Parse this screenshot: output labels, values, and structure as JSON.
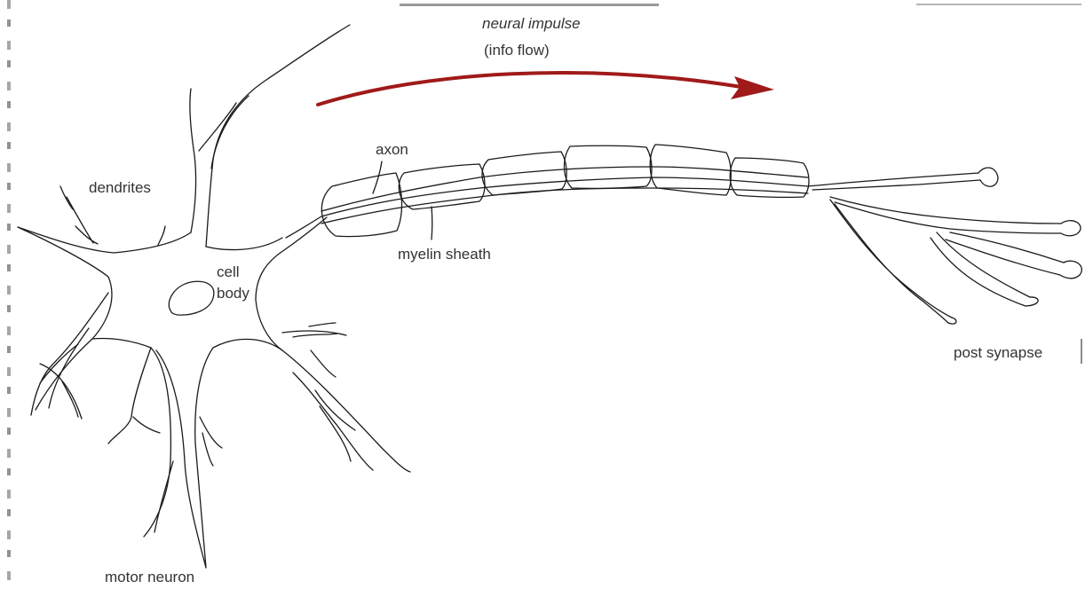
{
  "diagram": {
    "labels": {
      "impulse_line1": "neural impulse",
      "impulse_line2": "(info flow)",
      "dendrites": "dendrites",
      "cell": "cell",
      "body": "body",
      "axon": "axon",
      "myelin_sheath": "myelin sheath",
      "post_synapse": "post synapse",
      "motor_neuron": "motor neuron"
    },
    "colors": {
      "arrow": "#a01a1a",
      "stroke": "#1a1a1a",
      "text": "#333333"
    }
  }
}
